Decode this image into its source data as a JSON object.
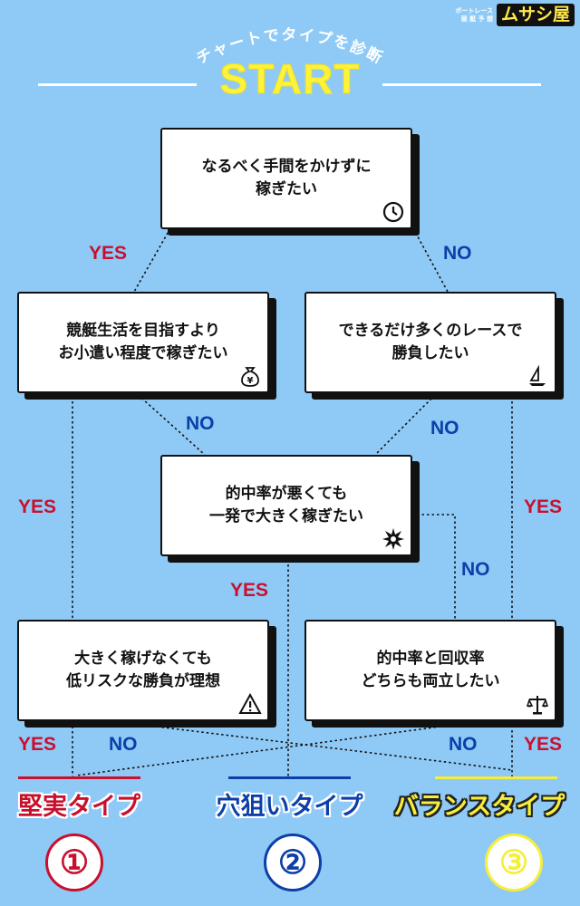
{
  "logo": {
    "small_line1": "ボートレース",
    "small_line2": "競 艇 予 想",
    "main": "ムサシ屋"
  },
  "header": {
    "arc_text": "チャートでタイプを診断",
    "start": "START"
  },
  "boxes": {
    "q1": "なるべく手間をかけずに\n稼ぎたい",
    "q2": "競艇生活を目指すより\nお小遣い程度で稼ぎたい",
    "q3": "できるだけ多くのレースで\n勝負したい",
    "q4": "的中率が悪くても\n一発で大きく稼ぎたい",
    "q5": "大きく稼げなくても\n低リスクな勝負が理想",
    "q6": "的中率と回収率\nどちらも両立したい"
  },
  "labels": {
    "yes": "YES",
    "no": "NO"
  },
  "results": [
    {
      "name": "堅実タイプ",
      "num": "①",
      "color": "#c8102e"
    },
    {
      "name": "穴狙いタイプ",
      "num": "②",
      "color": "#0d3fa8"
    },
    {
      "name": "バランスタイプ",
      "num": "③",
      "color": "#f5ee3a"
    }
  ],
  "icons": [
    "clock-icon",
    "money-bag-icon",
    "sailboat-icon",
    "explosion-icon",
    "warning-icon",
    "scale-icon"
  ]
}
